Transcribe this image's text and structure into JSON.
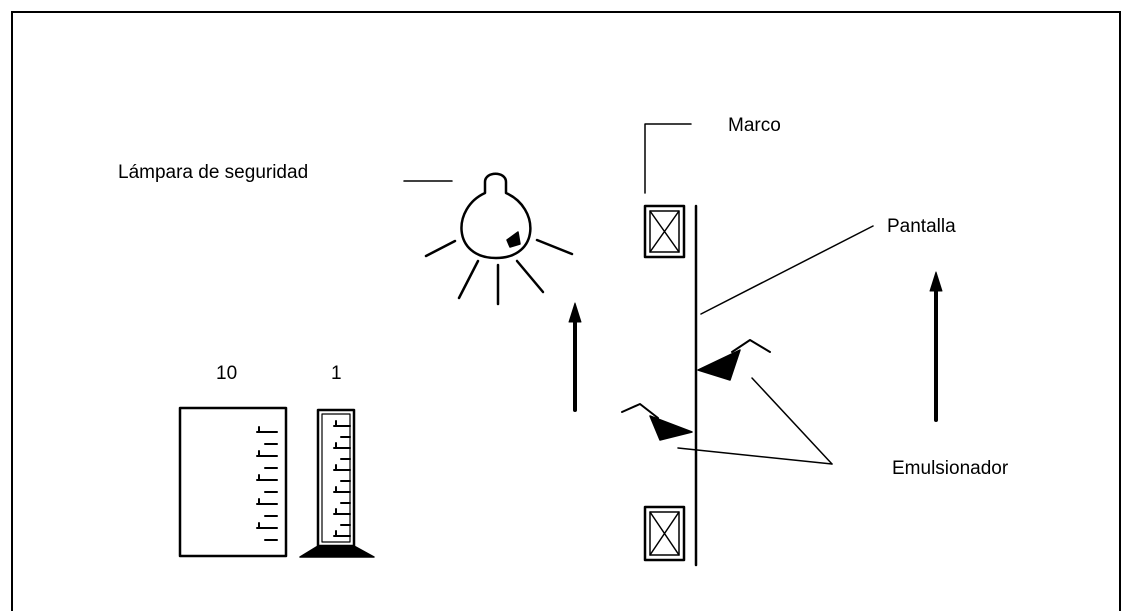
{
  "labels": {
    "marco": "Marco",
    "lampara": "Lámpara de seguridad",
    "pantalla": "Pantalla",
    "emulsionador": "Emulsionador",
    "ten": "10",
    "one": "1"
  },
  "colors": {
    "ink": "#000000",
    "background": "#ffffff"
  }
}
